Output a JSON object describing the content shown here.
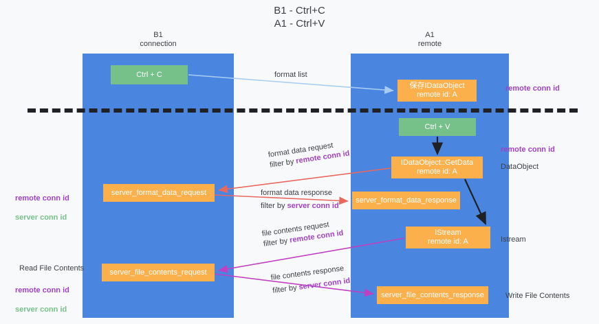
{
  "title": "B1 - Ctrl+C\nA1 - Ctrl+V",
  "lanes": [
    {
      "id": "b1",
      "header": "B1\nconnection",
      "color": "#4a86e0"
    },
    {
      "id": "a1",
      "header": "A1\nremote",
      "color": "#4a86e0"
    }
  ],
  "colors": {
    "lane": "#4a86e0",
    "green_node": "#76c18a",
    "orange_node": "#fbb04c",
    "remote_conn_id": "#a142c4",
    "server_conn_id": "#76c18a",
    "arrow_blue": "#a8cdf0",
    "arrow_red": "#e8685f",
    "arrow_magenta": "#c13fc1",
    "arrow_black": "#202124",
    "separator": "#202124",
    "text": "#3c4043",
    "background": "#f8f9fa"
  },
  "nodes": {
    "ctrl_c": "Ctrl + C",
    "save_idataobject": "保存IDataObject\nremote id: A",
    "ctrl_v": "Ctrl + V",
    "getdata": "IDataObject::GetData\nremote id: A",
    "server_format_data_request": "server_format_data_request",
    "server_format_data_response": "server_format_data_response",
    "istream": "IStream\nremote id: A",
    "server_file_contents_request": "server_file_contents_request",
    "server_file_contents_response": "server_file_contents_response"
  },
  "edges": {
    "format_list": "format list",
    "format_data_request": "format data request",
    "format_data_request_filter_prefix": "filter by ",
    "format_data_request_filter_key": "remote conn id",
    "format_data_response": "format data response",
    "format_data_response_filter_prefix": "filter by ",
    "format_data_response_filter_key": "server conn id",
    "file_contents_request": "file contents request",
    "file_contents_request_filter_prefix": "filter by ",
    "file_contents_request_filter_key": "remote conn id",
    "file_contents_response": "file contents response",
    "file_contents_response_filter_prefix": "filter by ",
    "file_contents_response_filter_key": "server conn id"
  },
  "annotations": {
    "right_remote_conn_id_top": "remote conn id",
    "right_remote_conn_id_mid": "remote conn id",
    "right_dataobject": "DataObject",
    "right_istream": "Istream",
    "right_write_file_contents": "Write File Contents",
    "left_remote_conn_id_1": "remote conn id",
    "left_server_conn_id_1": "server conn id",
    "left_read_file_contents": "Read File Contents",
    "left_remote_conn_id_2": "remote conn id",
    "left_server_conn_id_2": "server conn id"
  }
}
